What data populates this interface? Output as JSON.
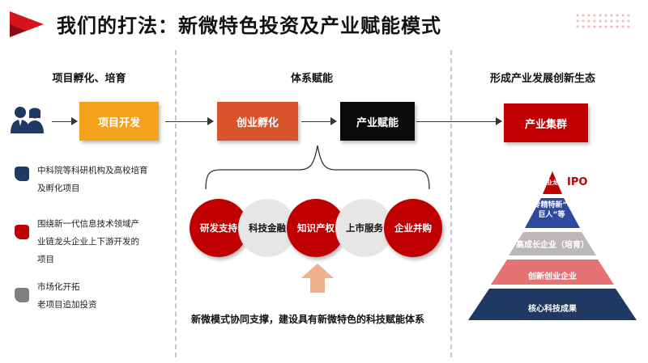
{
  "title": "我们的打法：新微特色投资及产业赋能模式",
  "sections": {
    "left": "项目孵化、培育",
    "middle": "体系赋能",
    "right": "形成产业发展创新生态"
  },
  "flow": {
    "box1": "项目开发",
    "box2": "创业孵化",
    "box3": "产业赋能",
    "box4": "产业集群"
  },
  "circles": [
    "研发支持",
    "科技金融",
    "知识产权",
    "上市服务",
    "企业并购"
  ],
  "bullets": [
    {
      "lines": [
        "中科院等科研机构及高校培育",
        "及孵化项目"
      ],
      "color": "#1f3864"
    },
    {
      "lines": [
        "围绕新一代信息技术领域产",
        "业链龙头企业上下游开发的",
        "项目"
      ],
      "color": "#c00000"
    },
    {
      "lines": [
        "市场化开拓",
        "老项目追加投资"
      ],
      "color": "#7f7f7f"
    }
  ],
  "pyramid": {
    "ipo": "IPO",
    "levels": [
      {
        "label": "行业龙头",
        "color": "#c00000"
      },
      {
        "label": "“专精特新”小巨人”等",
        "color": "#2e4a9e"
      },
      {
        "label": "高成长企业（培育）",
        "color": "#bdb8b8"
      },
      {
        "label": "创新创业企业",
        "color": "#e57373"
      },
      {
        "label": "核心科技成果",
        "color": "#1f3864"
      }
    ]
  },
  "bottom_text": "新微模式协同支撑，建设具有新微特色的科技赋能体系",
  "colors": {
    "orange": "#f5a21b",
    "rust": "#d9542a",
    "black": "#0a0a0a",
    "red": "#c00000",
    "brand": "#d7141c"
  }
}
